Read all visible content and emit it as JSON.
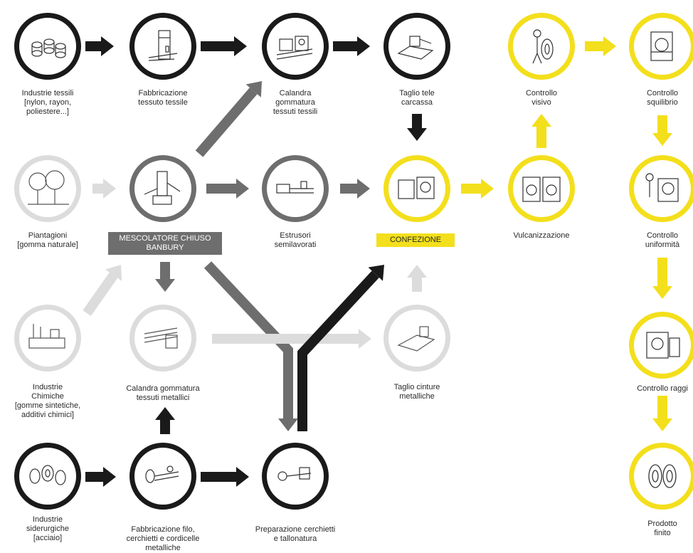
{
  "colors": {
    "black": "#1a1a1a",
    "gray": "#6e6e6e",
    "light": "#dcdcdc",
    "yellow": "#f3df1c"
  },
  "nodes": {
    "industrie_tessili": {
      "label": "Industrie tessili\n[nylon, rayon,\npoliestere...]",
      "icon": "textile-spools-icon"
    },
    "fabbricazione_tessuto": {
      "label": "Fabbricazione\ntessuto tessile",
      "icon": "weaving-machine-icon"
    },
    "calandra_tessili": {
      "label": "Calandra\ngommatura\ntessuti tessili",
      "icon": "calender-machine-icon"
    },
    "taglio_tele": {
      "label": "Taglio tele\ncarcassa",
      "icon": "cutting-machine-icon"
    },
    "controllo_visivo": {
      "label": "Controllo\nvisivo",
      "icon": "visual-inspection-icon"
    },
    "controllo_squilibrio": {
      "label": "Controllo\nsquilibrio",
      "icon": "balance-machine-icon"
    },
    "piantagioni": {
      "label": "Piantagioni\n[gomma naturale]",
      "icon": "tree-plantation-icon"
    },
    "mescolatore": {
      "label": "MESCOLATORE CHIUSO\nBANBURY",
      "icon": "banbury-mixer-icon"
    },
    "estrusori": {
      "label": "Estrusori\nsemilavorati",
      "icon": "extruder-icon"
    },
    "confezione": {
      "label": "CONFEZIONE",
      "icon": "tire-building-icon"
    },
    "vulcanizzazione": {
      "label": "Vulcanizzazione",
      "icon": "curing-press-icon"
    },
    "controllo_uniformita": {
      "label": "Controllo\nuniformità",
      "icon": "uniformity-machine-icon"
    },
    "industrie_chimiche": {
      "label": "Industrie\nChimiche\n[gomme sintetiche,\nadditivi chimici]",
      "icon": "chemical-plant-icon"
    },
    "calandra_metallici": {
      "label": "Calandra gommatura\ntessuti metallici",
      "icon": "steel-calender-icon"
    },
    "taglio_cinture": {
      "label": "Taglio cinture\nmetalliche",
      "icon": "belt-cutter-icon"
    },
    "controllo_raggi": {
      "label": "Controllo raggi",
      "icon": "xray-machine-icon"
    },
    "industrie_siderurgiche": {
      "label": "Industrie\nsiderurgiche\n[acciaio]",
      "icon": "steel-coils-icon"
    },
    "fabbricazione_filo": {
      "label": "Fabbricazione filo,\ncerchietti e cordicelle\nmetalliche",
      "icon": "wire-drawing-icon"
    },
    "preparazione_cerchietti": {
      "label": "Preparazione cerchietti\ne tallonatura",
      "icon": "bead-machine-icon"
    },
    "prodotto_finito": {
      "label": "Prodotto\nfinito",
      "icon": "tires-icon"
    }
  }
}
